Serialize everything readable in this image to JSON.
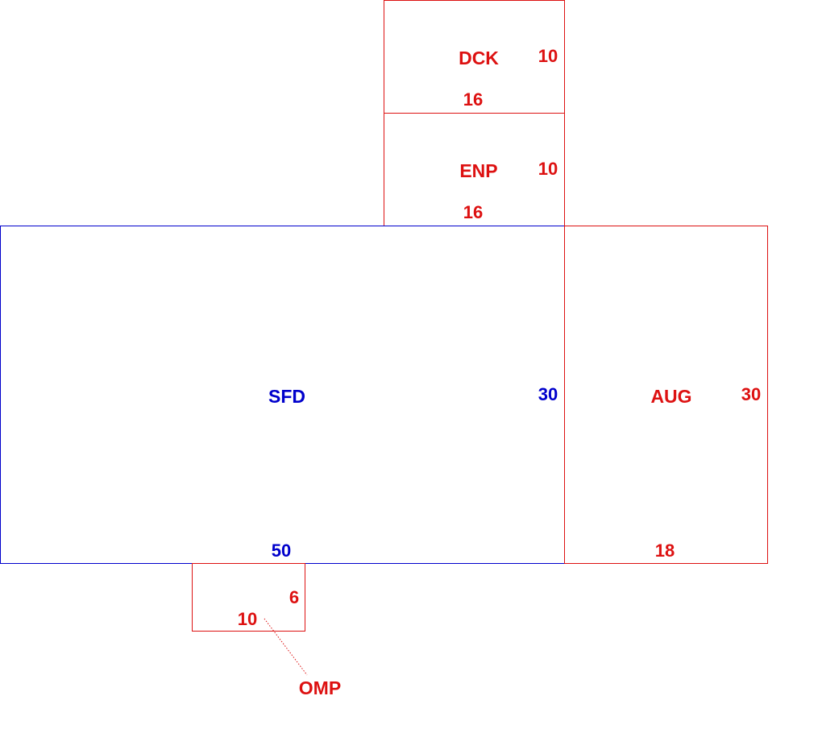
{
  "sketch": {
    "colors": {
      "main": "#0000cc",
      "other": "#dd1111"
    },
    "areas": [
      {
        "code": "DCK",
        "width_label": "16",
        "depth_label": "10",
        "color": "other"
      },
      {
        "code": "ENP",
        "width_label": "16",
        "depth_label": "10",
        "color": "other"
      },
      {
        "code": "SFD",
        "width_label": "50",
        "depth_label": "30",
        "color": "main"
      },
      {
        "code": "AUG",
        "width_label": "18",
        "depth_label": "30",
        "color": "other"
      },
      {
        "code": "OMP",
        "width_label": "10",
        "depth_label": "6",
        "color": "other"
      }
    ]
  }
}
